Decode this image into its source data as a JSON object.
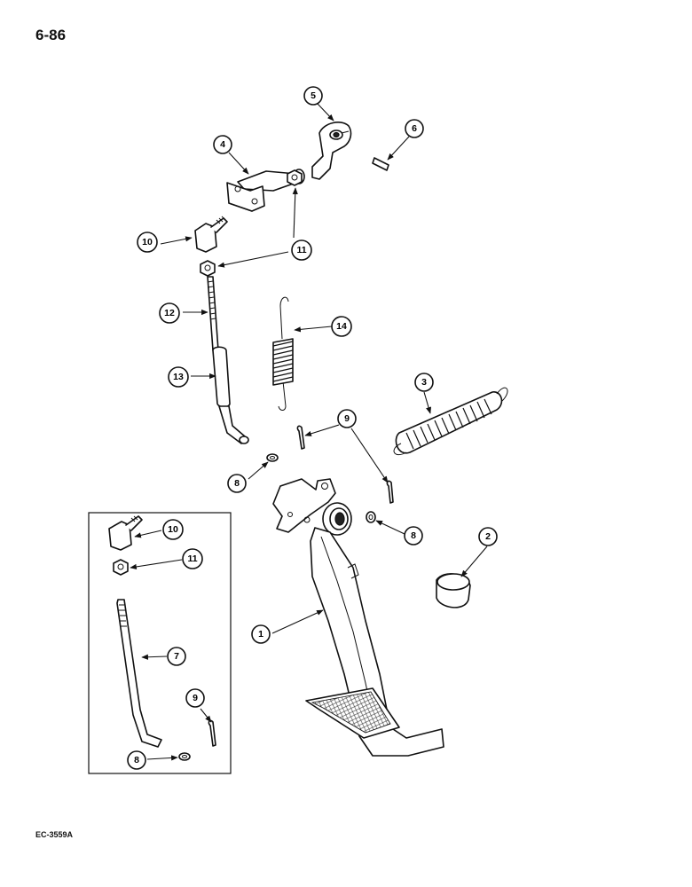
{
  "header": {
    "page_number": "6-86"
  },
  "footer": {
    "figure_code": "EC-3559A"
  },
  "callouts": {
    "c1": "1",
    "c2": "2",
    "c3": "3",
    "c4": "4",
    "c5": "5",
    "c6": "6",
    "c7": "7",
    "c8a": "8",
    "c8b": "8",
    "c8c": "8",
    "c9a": "9",
    "c9b": "9",
    "c10a": "10",
    "c10b": "10",
    "c11a": "11",
    "c11b": "11",
    "c12": "12",
    "c13": "13",
    "c14": "14"
  }
}
